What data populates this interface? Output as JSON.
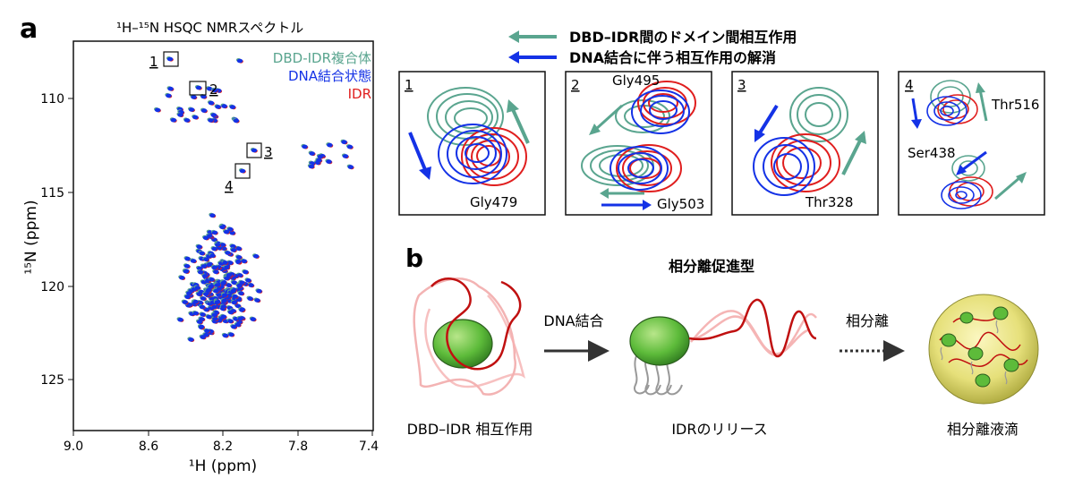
{
  "panel_a": {
    "letter": "a",
    "title": "¹H–¹⁵N HSQC NMRスペクトル",
    "legend": [
      {
        "text": "DBD-IDR複合体",
        "color": "#5aa58f"
      },
      {
        "text": "DNA結合状態",
        "color": "#1432e6"
      },
      {
        "text": "IDR",
        "color": "#e01e1e"
      }
    ],
    "xlabel": "¹H (ppm)",
    "ylabel": "¹⁵N (ppm)",
    "xticks": [
      "9.0",
      "8.6",
      "8.2",
      "7.8",
      "7.4"
    ],
    "yticks": [
      "110",
      "115",
      "120",
      "125"
    ],
    "boxes": [
      "1",
      "2",
      "3",
      "4"
    ]
  },
  "arrows_legend": {
    "green_text": "DBD–IDR間のドメイン間相互作用",
    "blue_text": "DNA結合に伴う相互作用の解消",
    "green_color": "#5aa58f",
    "blue_color": "#1432e6"
  },
  "insets": [
    {
      "num": "1",
      "residues": [
        "Gly479"
      ]
    },
    {
      "num": "2",
      "residues": [
        "Gly495",
        "Gly503"
      ]
    },
    {
      "num": "3",
      "residues": [
        "Thr328"
      ]
    },
    {
      "num": "4",
      "residues": [
        "Thr516",
        "Ser438"
      ]
    }
  ],
  "panel_b": {
    "letter": "b",
    "title": "相分離促進型",
    "step1_label": "DNA結合",
    "step2_label": "相分離",
    "caption1": "DBD–IDR 相互作用",
    "caption2": "IDRのリリース",
    "caption3": "相分離液滴"
  }
}
